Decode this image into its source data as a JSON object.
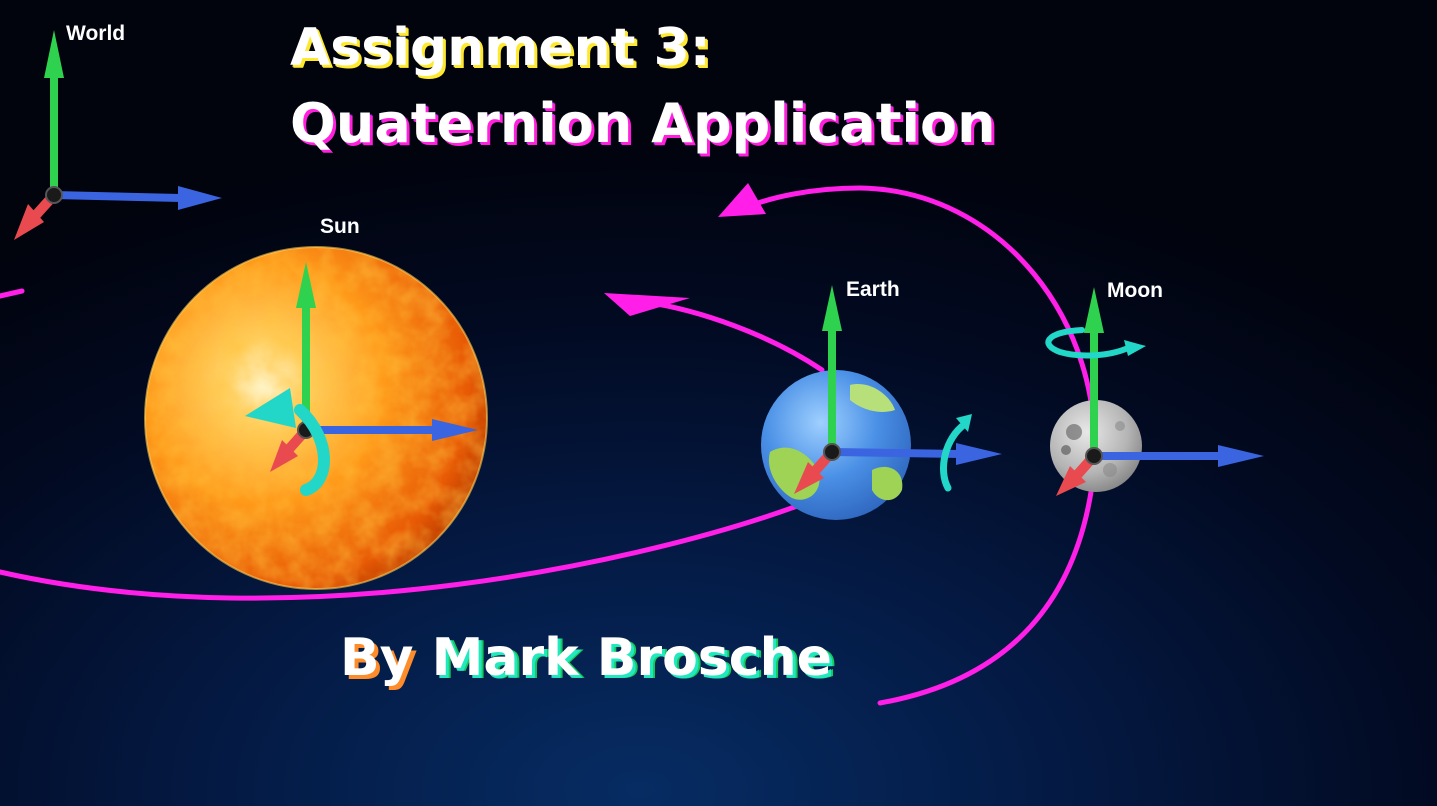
{
  "title": {
    "line1": "Assignment 3:",
    "line2": "Quaternion Application"
  },
  "byline": {
    "by": "By",
    "name": "Mark Brosche"
  },
  "labels": {
    "world": "World",
    "sun": "Sun",
    "earth": "Earth",
    "moon": "Moon"
  },
  "colors": {
    "orbit": "#ff1fe8",
    "rotation": "#22d6c8",
    "axis_x": "#3a64e0",
    "axis_y": "#2ed24e",
    "axis_z": "#e84a50"
  }
}
